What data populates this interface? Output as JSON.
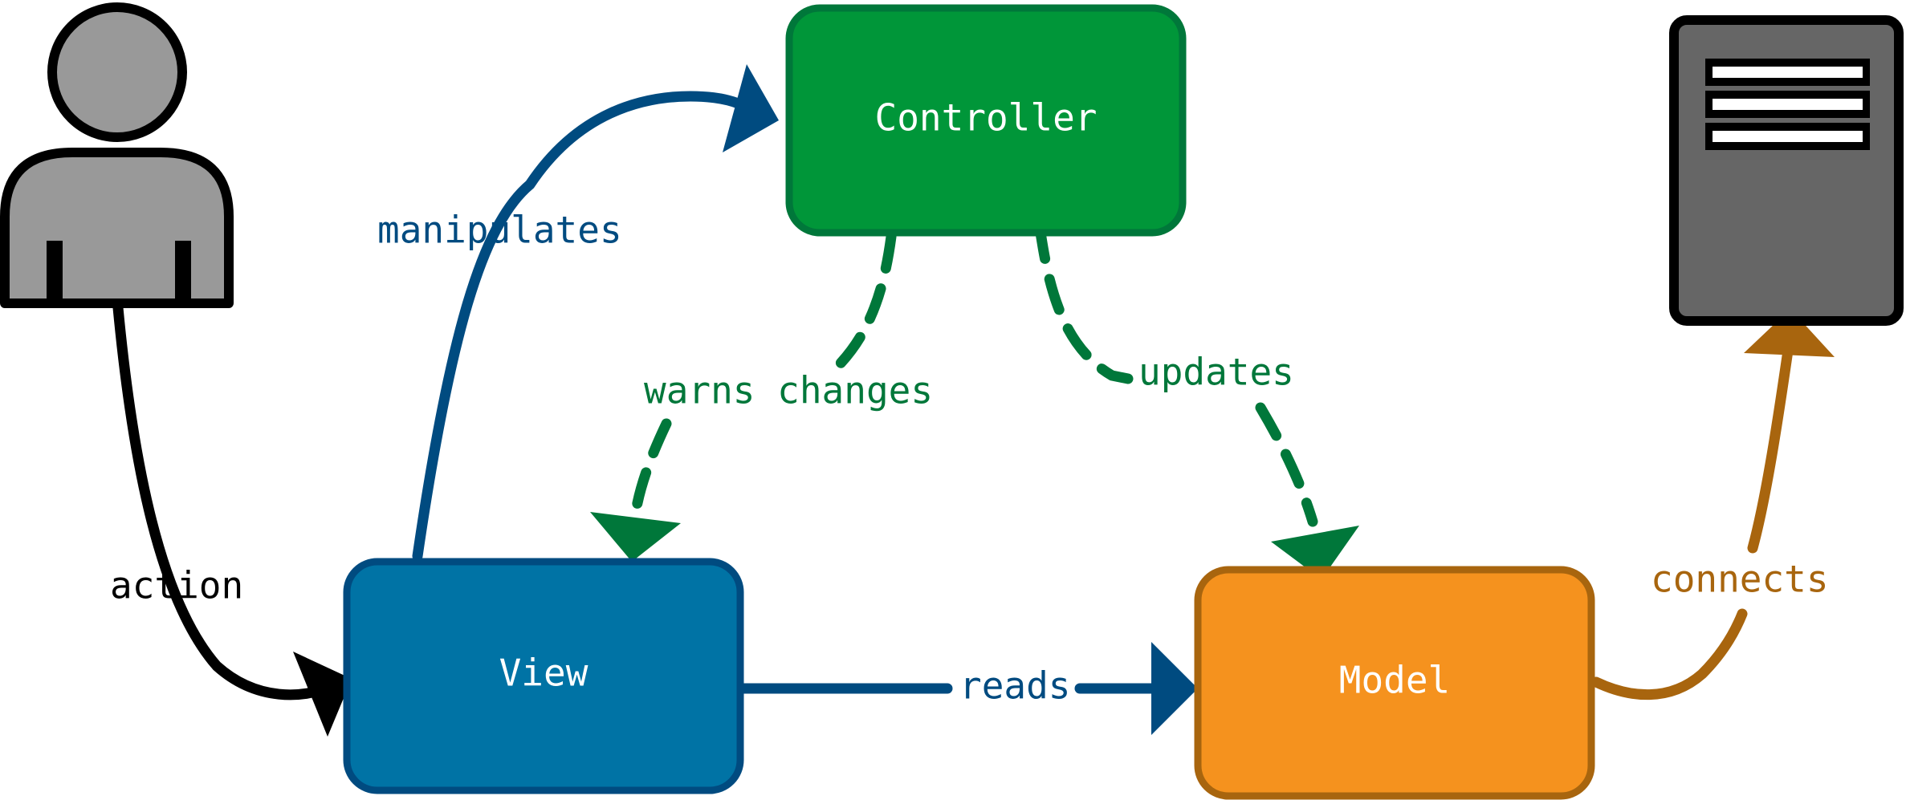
{
  "nodes": {
    "controller": {
      "label": "Controller",
      "fill": "#009639",
      "stroke": "#00773a"
    },
    "view": {
      "label": "View",
      "fill": "#0073a5",
      "stroke": "#004b80"
    },
    "model": {
      "label": "Model",
      "fill": "#f5921e",
      "stroke": "#a8650e"
    },
    "user": {
      "icon": "user-icon",
      "fill": "#999999",
      "stroke": "#000000"
    },
    "server": {
      "icon": "server-icon",
      "fill": "#666666",
      "stroke": "#000000"
    }
  },
  "edges": {
    "action": {
      "label": "action",
      "color": "#000000",
      "style": "solid"
    },
    "manipulates": {
      "label": "manipulates",
      "color": "#004b80",
      "style": "solid"
    },
    "warns_changes": {
      "label": "warns changes",
      "color": "#00773a",
      "style": "dashed"
    },
    "updates": {
      "label": "updates",
      "color": "#00773a",
      "style": "dashed"
    },
    "reads": {
      "label": "reads",
      "color": "#004b80",
      "style": "solid"
    },
    "connects": {
      "label": "connects",
      "color": "#a8650e",
      "style": "solid"
    }
  }
}
